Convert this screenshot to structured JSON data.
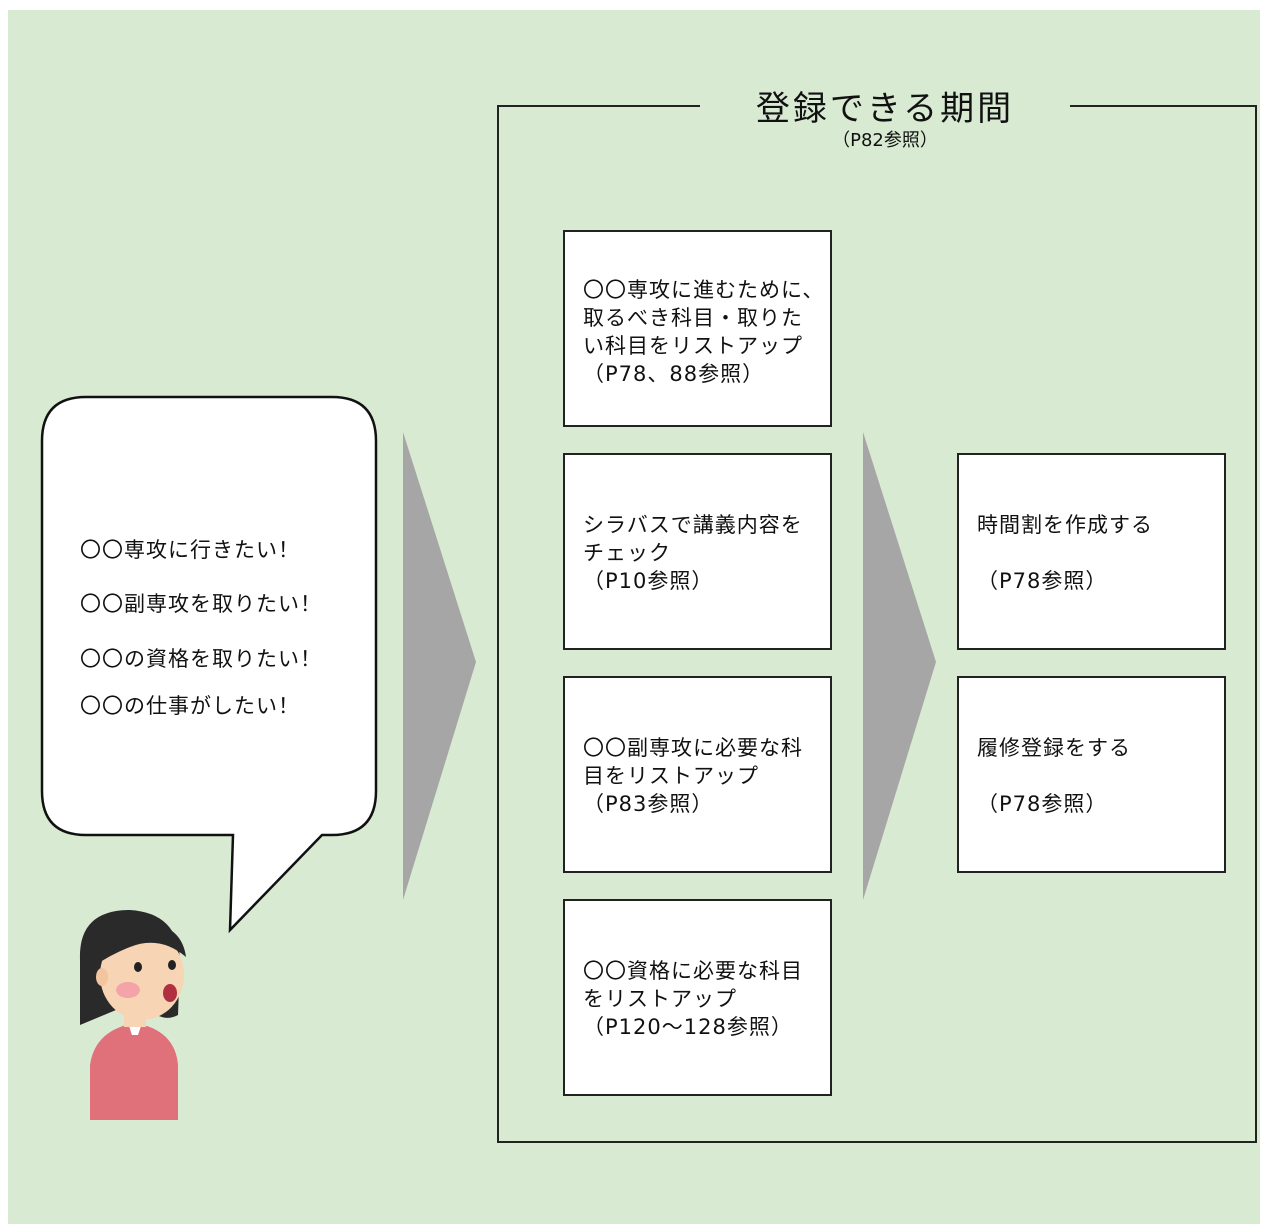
{
  "period": {
    "title": "登録できる期間",
    "ref": "（P82参照）"
  },
  "wishes": [
    "〇〇専攻に行きたい！",
    "〇〇副専攻を取りたい！",
    "〇〇の資格を取りたい！",
    "〇〇の仕事がしたい！"
  ],
  "steps_left": [
    {
      "lines": [
        "〇〇専攻に進むために、",
        "取るべき科目・取りた",
        "い科目をリストアップ"
      ],
      "ref": "（P78、88参照）"
    },
    {
      "lines": [
        "シラバスで講義内容を",
        "チェック"
      ],
      "ref": "（P10参照）"
    },
    {
      "lines": [
        "〇〇副専攻に必要な科",
        "目をリストアップ"
      ],
      "ref": "（P83参照）"
    },
    {
      "lines": [
        "〇〇資格に必要な科目",
        "をリストアップ"
      ],
      "ref": "（P120～128参照）"
    }
  ],
  "steps_right": [
    {
      "lines": [
        "時間割を作成する"
      ],
      "ref": "（P78参照）"
    },
    {
      "lines": [
        "履修登録をする"
      ],
      "ref": "（P78参照）"
    }
  ],
  "colors": {
    "background": "#d9ead3",
    "arrow": "#a6a6a6",
    "box_border": "#222222"
  },
  "icons": {
    "speech_bubble": "speech-bubble-icon",
    "student": "student-illustration"
  }
}
